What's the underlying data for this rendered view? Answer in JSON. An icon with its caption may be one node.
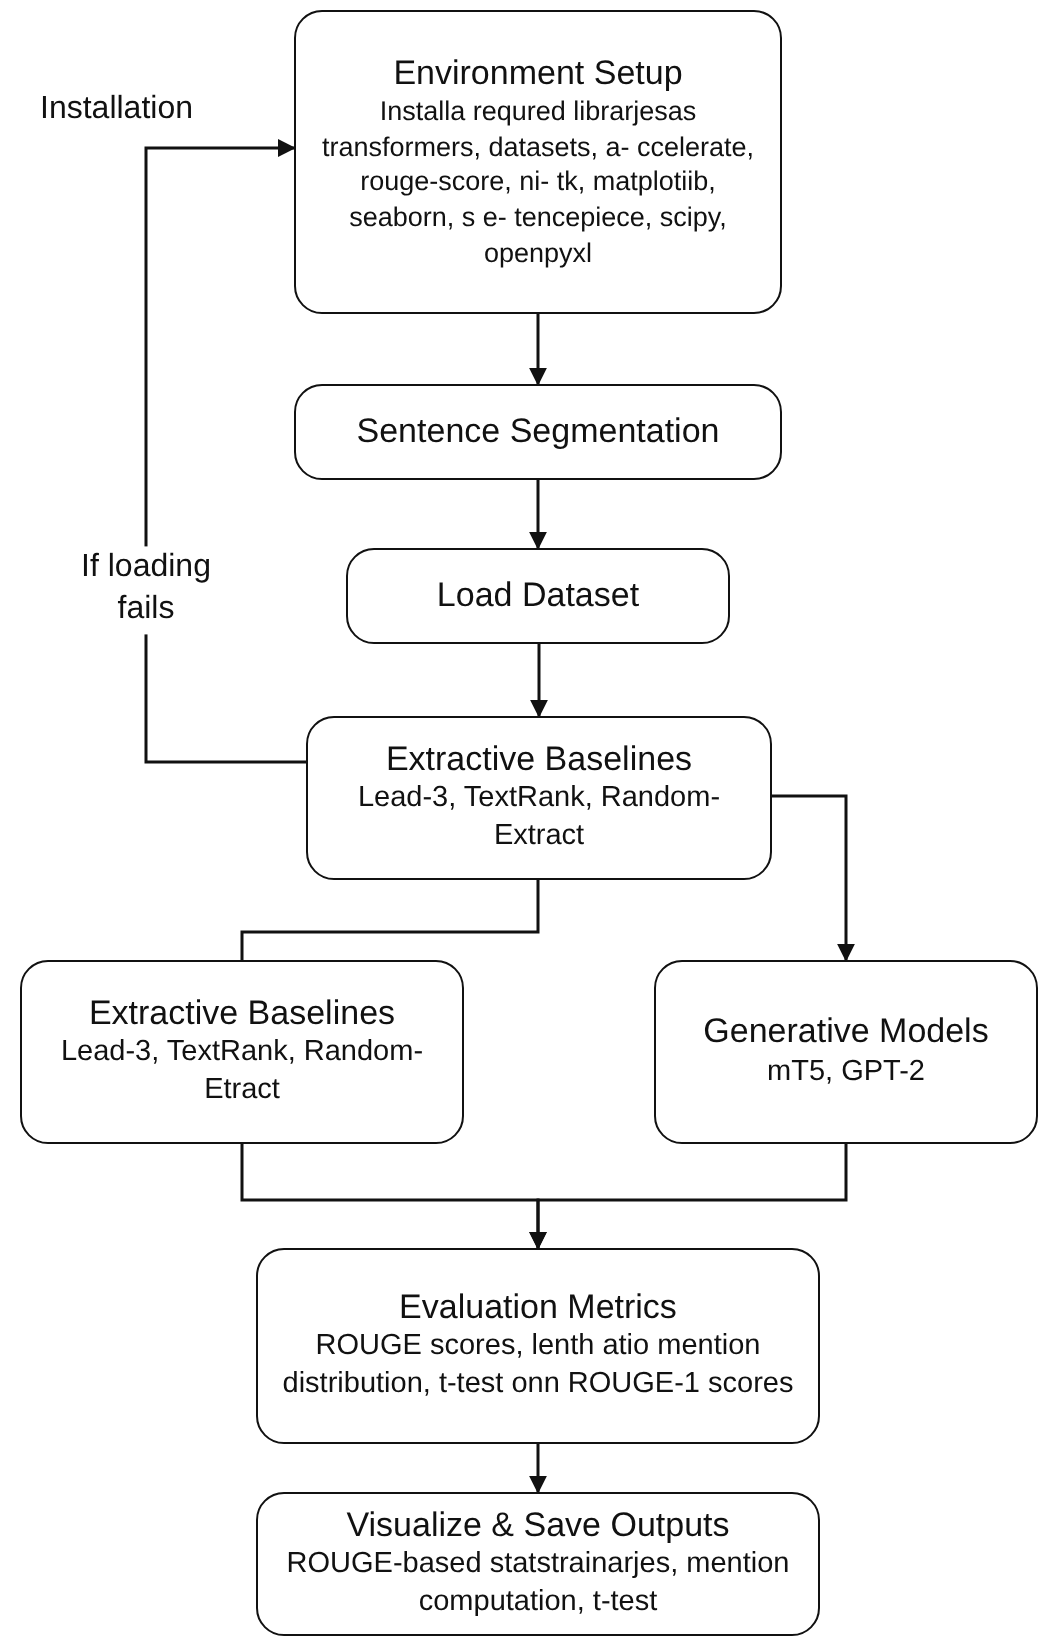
{
  "diagram": {
    "nodes": [
      {
        "text": [
          "Environment Setup",
          "Installa requred librarjesas transformers, datasets, a- ccelerate, rouge-score, ni- tk, matplotiib, seaborn, s e- tencepiece, scipy, openpyxl"
        ]
      },
      {
        "text": [
          "Sentence Segmentation"
        ]
      },
      {
        "text": [
          "Load Dataset"
        ]
      },
      {
        "text": [
          "Extractive Baselines",
          "Lead-3, TextRank, Random-Extract"
        ]
      },
      {
        "text": [
          "Extractive Baselines",
          "Lead-3, TextRank, Random-Etract"
        ]
      },
      {
        "text": [
          "Generative Models",
          "mT5, GPT-2"
        ]
      },
      {
        "text": [
          "Evaluation Metrics",
          "ROUGE scores, lenth atio mention distribution, t-test onn ROUGE-1 scores"
        ]
      },
      {
        "text": [
          "Visualize & Save Outputs",
          "ROUGE-based statstrainarjes, mention computation, t-test"
        ]
      }
    ],
    "edges": [
      {
        "from": 3,
        "to": 0,
        "arrow": "to",
        "label": "If loading fails"
      },
      {
        "from": 0,
        "to": 1,
        "arrow": "to"
      },
      {
        "from": 1,
        "to": 2,
        "arrow": "to"
      },
      {
        "from": 2,
        "to": 3,
        "arrow": "to"
      },
      {
        "from": 3,
        "to": 4,
        "arrow": "none"
      },
      {
        "from": 3,
        "to": 5,
        "arrow": "to"
      },
      {
        "from": 4,
        "to": 6,
        "arrow": "to"
      },
      {
        "from": 5,
        "to": 6,
        "arrow": "to"
      },
      {
        "from": 6,
        "to": 7,
        "arrow": "to"
      }
    ],
    "labels": [
      "Installation"
    ]
  }
}
